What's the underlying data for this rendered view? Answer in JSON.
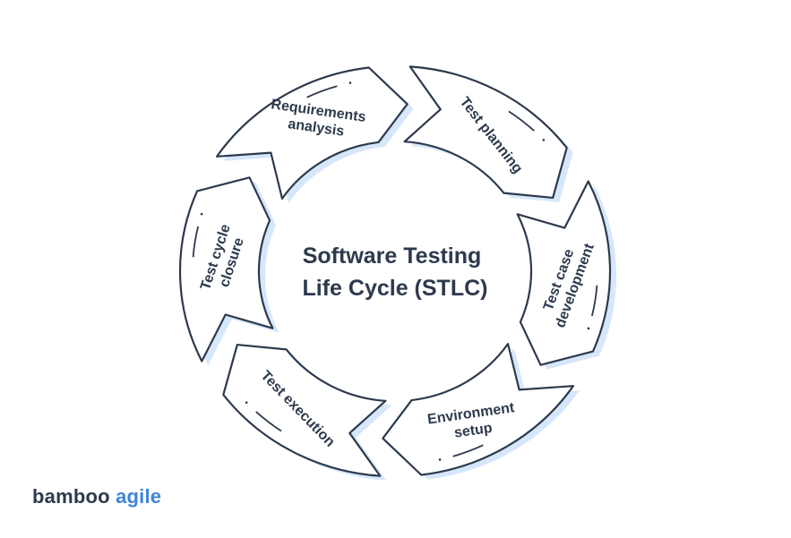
{
  "diagram": {
    "title_lines": [
      "Software Testing",
      "Life Cycle (STLC)"
    ],
    "stages": [
      {
        "id": "requirements",
        "lines": [
          "Requirements",
          "analysis"
        ]
      },
      {
        "id": "planning",
        "lines": [
          "Test planning"
        ]
      },
      {
        "id": "development",
        "lines": [
          "Test case",
          "development"
        ]
      },
      {
        "id": "environment",
        "lines": [
          "Environment",
          "setup"
        ]
      },
      {
        "id": "execution",
        "lines": [
          "Test execution"
        ]
      },
      {
        "id": "closure",
        "lines": [
          "Test cycle",
          "closure"
        ]
      }
    ],
    "colors": {
      "stroke": "#2d3a4d",
      "shadow": "#d6e7fb",
      "fill": "#ffffff",
      "text": "#2d3a4d"
    }
  },
  "logo": {
    "part1": "bamboo",
    "part2": "agile",
    "color1": "#2d3a4d",
    "color2": "#3f86d6"
  }
}
